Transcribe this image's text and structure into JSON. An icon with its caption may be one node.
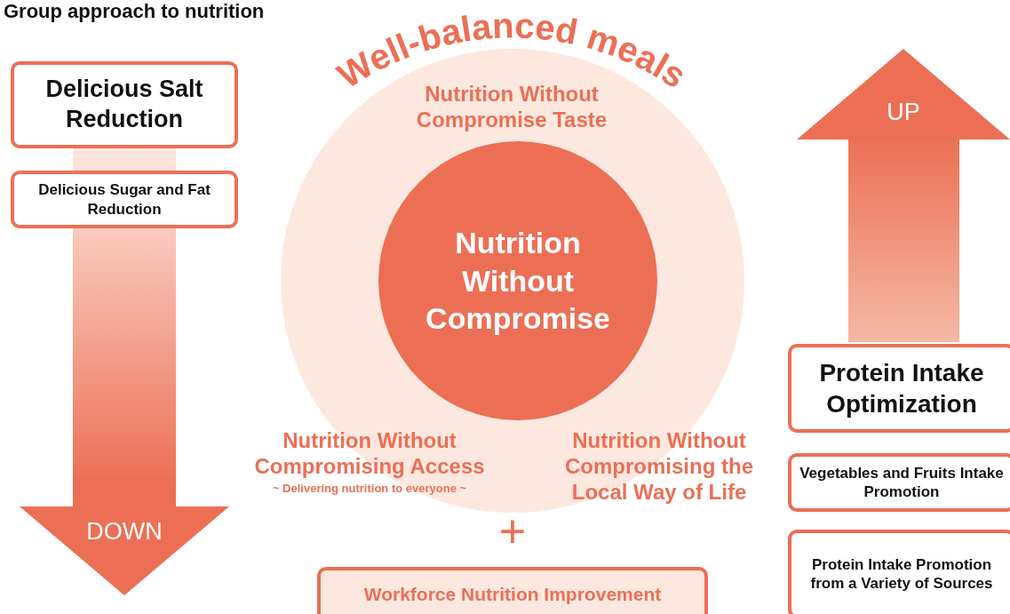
{
  "diagram": {
    "title": "Group approach to nutrition",
    "nodes": [
      {
        "text": [
          "Delicious Salt Reduction"
        ]
      },
      {
        "text": [
          "Delicious Sugar and Fat Reduction"
        ]
      },
      {
        "text": [
          "DOWN"
        ]
      },
      {
        "text": [
          "Well-balanced meals",
          "Nutrition Without Compromise Taste",
          "Nutrition Without Compromising Access",
          "~ Delivering nutrition to everyone ~",
          "Nutrition Without Compromising the Local Way of Life"
        ]
      },
      {
        "text": [
          "Nutrition Without Compromise"
        ],
        "in": 3
      },
      {
        "text": [
          "Workforce Nutrition Improvement"
        ]
      },
      {
        "text": [
          "UP"
        ]
      },
      {
        "text": [
          "Protein Intake Optimization"
        ]
      },
      {
        "text": [
          "Vegetables and Fruits Intake Promotion"
        ]
      },
      {
        "text": [
          "Protein Intake Promotion from a Variety of Sources"
        ]
      }
    ],
    "edges": [],
    "labels": [
      "+"
    ]
  }
}
